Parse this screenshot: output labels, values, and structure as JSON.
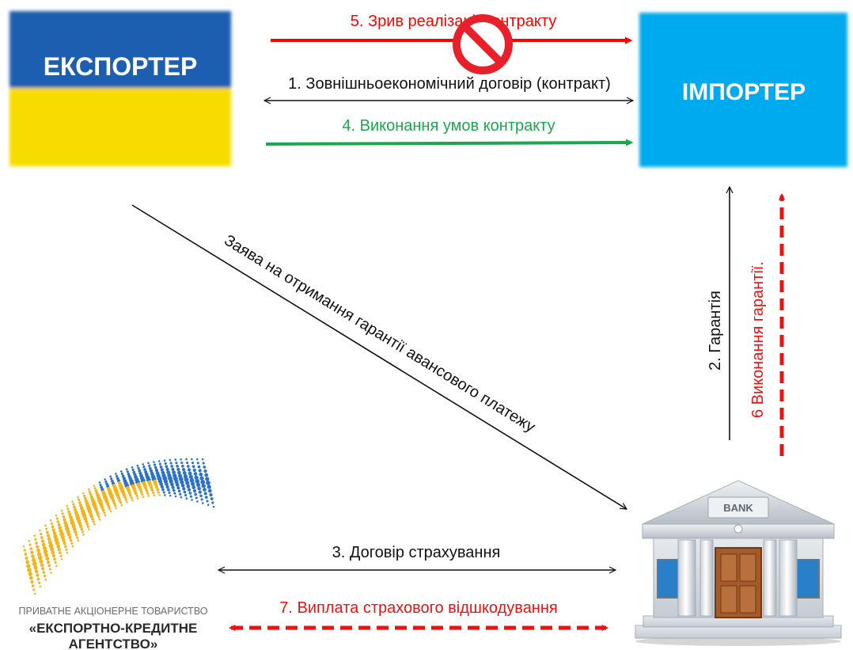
{
  "exporter": {
    "label": "ЕКСПОРТЕР",
    "flag_top_color": "#1f5fb0",
    "flag_bottom_color": "#f7dc00"
  },
  "importer": {
    "label": "ІМПОРТЕР",
    "color": "#00aaee"
  },
  "flows": {
    "contract": "1. Зовнішньоекономічний договір (контракт)",
    "guarantee": "2. Гарантія",
    "insurance_contract": "3. Договір страхування",
    "contract_fulfillment": "4. Виконання умов контракту",
    "contract_failure": "5. Зрив реалізації контракту",
    "guarantee_execution": "6  Виконання гарантії.",
    "compensation_payment": "7. Виплата страхового відшкодування",
    "guarantee_application": "Заява на отримання гарантії авансового платежу"
  },
  "bank": {
    "sign": "BANK",
    "icon": "bank-building-icon"
  },
  "agency": {
    "org_type": "ПРИВАТНЕ АКЦІОНЕРНЕ ТОВАРИСТВО",
    "name_line1": "«ЕКСПОРТНО-КРЕДИТНЕ",
    "name_line2": "АГЕНТСТВО»",
    "icon": "agency-logo-icon"
  },
  "prohibit_icon": "prohibited-icon",
  "colors": {
    "black_arrow": "#111111",
    "red_arrow": "#ff0000",
    "green_arrow": "#1aa84c",
    "red_dashed": "#ee1111",
    "prohibit_red": "#e8202a",
    "logo_yellow": "#f2b51d",
    "logo_blue": "#2b72c6"
  }
}
